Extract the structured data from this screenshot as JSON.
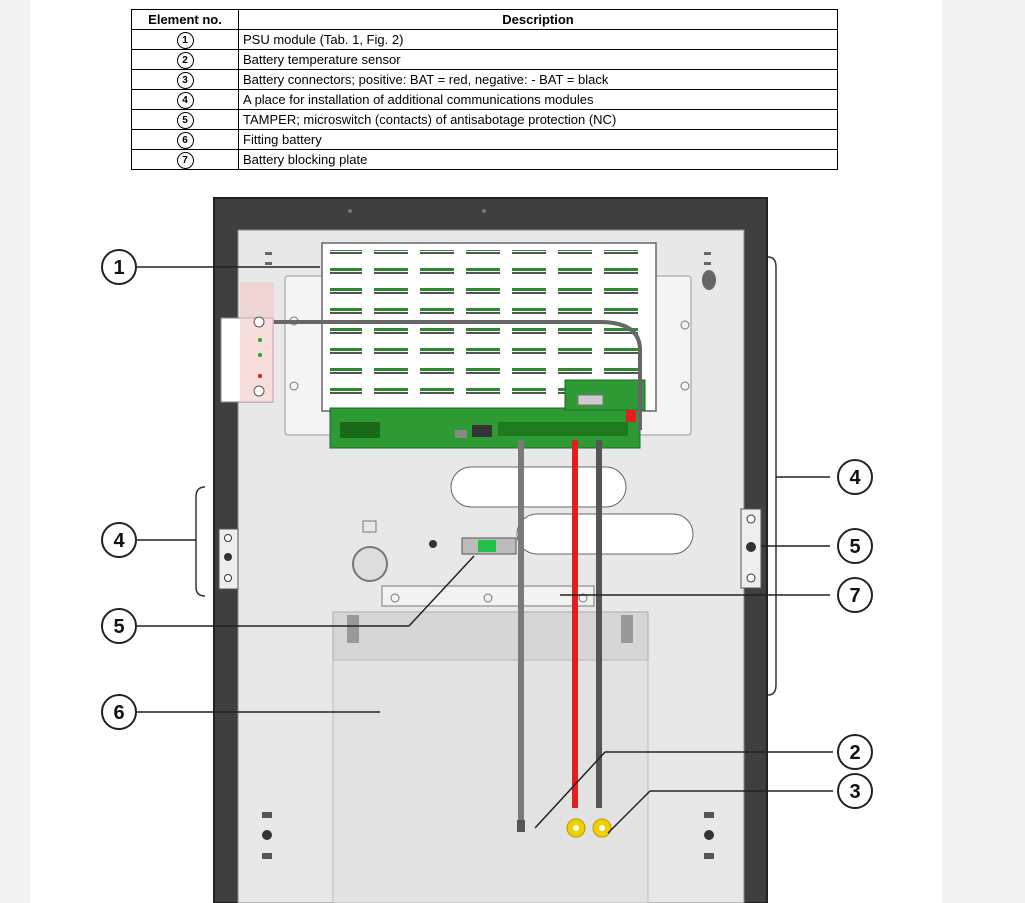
{
  "legend": {
    "headers": [
      "Element no.",
      "Description"
    ],
    "rows": [
      {
        "num": "1",
        "desc": "PSU module (Tab. 1, Fig. 2)"
      },
      {
        "num": "2",
        "desc": "Battery temperature sensor"
      },
      {
        "num": "3",
        "desc": "Battery connectors; positive: BAT = red, negative: - BAT = black"
      },
      {
        "num": "4",
        "desc": "A place for installation of additional communications modules"
      },
      {
        "num": "5",
        "desc": "TAMPER; microswitch (contacts) of antisabotage protection (NC)"
      },
      {
        "num": "6",
        "desc": "Fitting battery"
      },
      {
        "num": "7",
        "desc": "Battery blocking plate"
      }
    ]
  },
  "callouts": {
    "c1": "1",
    "c4_left": "4",
    "c5_left": "5",
    "c6": "6",
    "c4_right": "4",
    "c5_right": "5",
    "c7": "7",
    "c2": "2",
    "c3": "3"
  }
}
